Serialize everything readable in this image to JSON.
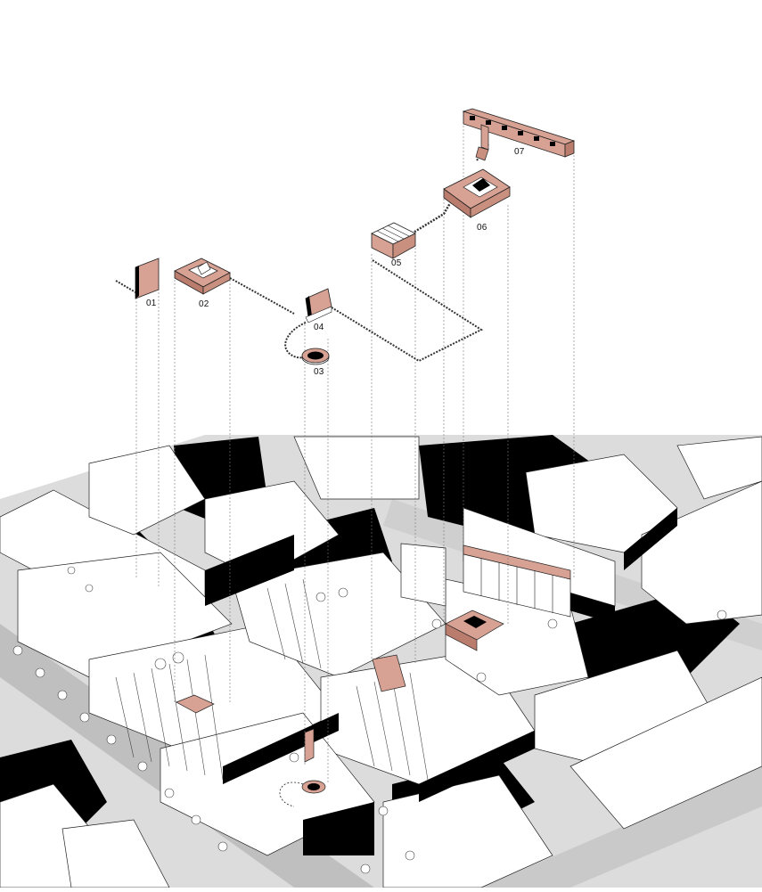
{
  "diagram": {
    "colors": {
      "accent": "#d7a193",
      "accent_dark": "#b97c6d",
      "shadow": "#000000",
      "ground": "#d9d9d9",
      "street": "#c4c4c4",
      "outline": "#222222"
    },
    "sites": [
      {
        "id": "01",
        "label": "01"
      },
      {
        "id": "02",
        "label": "02"
      },
      {
        "id": "03",
        "label": "03"
      },
      {
        "id": "04",
        "label": "04"
      },
      {
        "id": "05",
        "label": "05"
      },
      {
        "id": "06",
        "label": "06"
      },
      {
        "id": "07",
        "label": "07"
      }
    ]
  }
}
